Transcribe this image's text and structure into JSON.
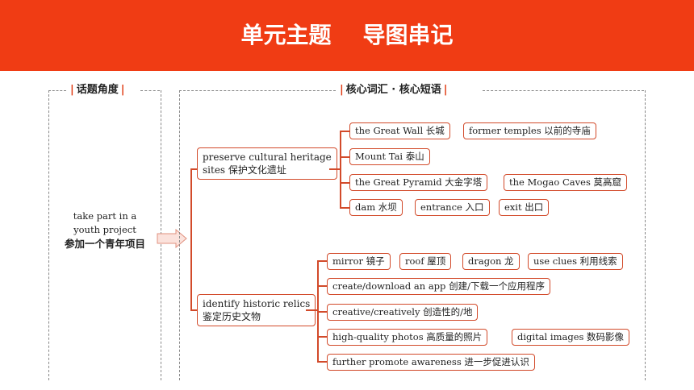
{
  "header": {
    "title": "单元主题    导图串记"
  },
  "left_panel": {
    "heading": "话题角度",
    "topic": {
      "en_line1": "take part in a",
      "en_line2": "youth project",
      "cn": "参加一个青年项目"
    }
  },
  "right_panel": {
    "heading": "核心词汇 · 核心短语",
    "branches": [
      {
        "label_en": "preserve cultural heritage",
        "label_cn": "sites 保护文化遗址",
        "items": [
          [
            "the Great Wall 长城",
            "former temples 以前的寺庙"
          ],
          [
            "Mount Tai 泰山"
          ],
          [
            "the Great Pyramid 大金字塔",
            "the Mogao Caves 莫高窟"
          ],
          [
            "dam 水坝",
            "entrance 入口",
            "exit 出口"
          ]
        ]
      },
      {
        "label_en": "identify historic relics",
        "label_cn": "鉴定历史文物",
        "items": [
          [
            "mirror 镜子",
            "roof 屋顶",
            "dragon 龙",
            "use clues 利用线索"
          ],
          [
            "create/download an app 创建/下载一个应用程序"
          ],
          [
            "creative/creatively 创造性的/地"
          ],
          [
            "high-quality photos 高质量的照片",
            "digital images 数码影像"
          ],
          [
            "further promote awareness 进一步促进认识"
          ]
        ]
      }
    ]
  },
  "colors": {
    "banner": "#f03c14",
    "accent": "#d24a2a"
  }
}
